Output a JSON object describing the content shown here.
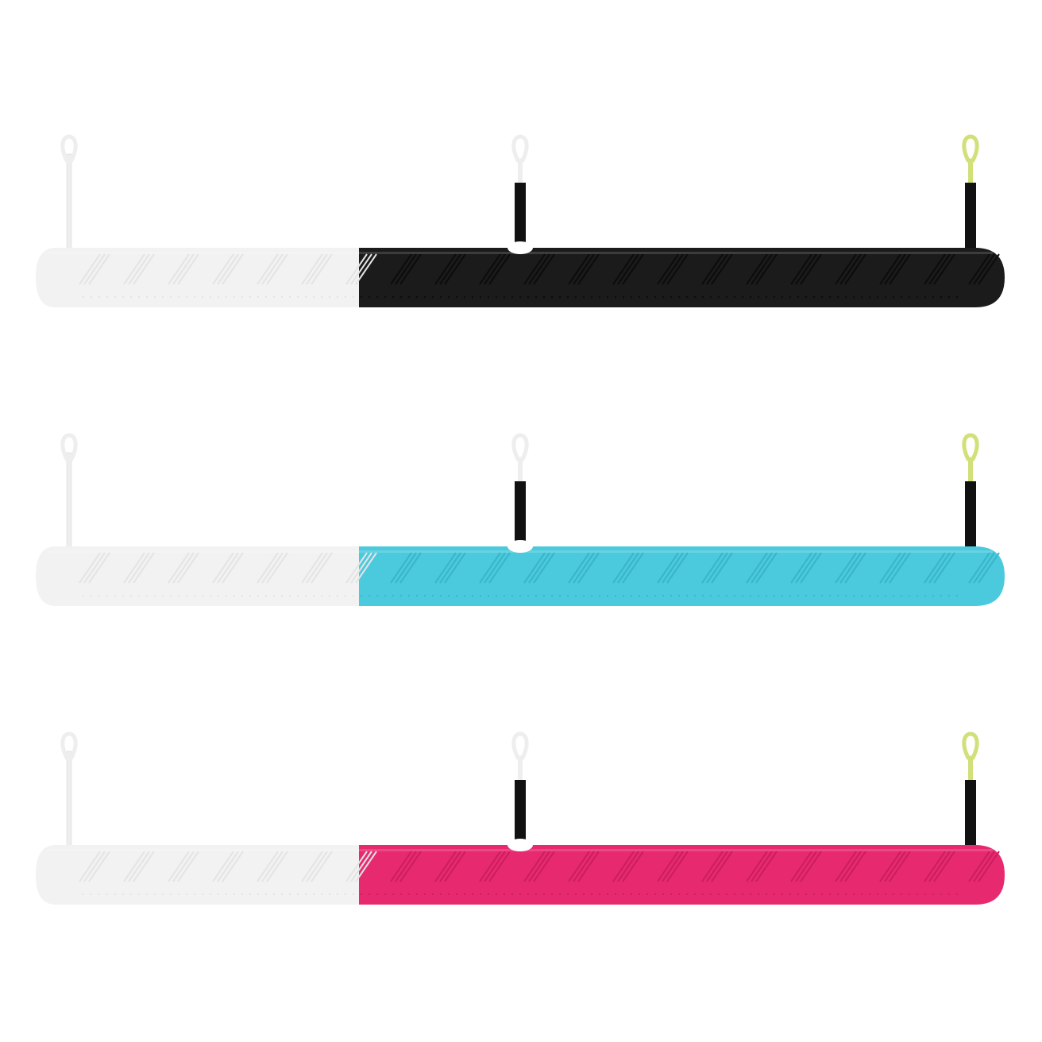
{
  "colors": {
    "background": "#ffffff",
    "white_section": "#f2f2f2",
    "cord": "#111111",
    "loop_white": "#eeeeee",
    "loop_lime": "#d2e07a"
  },
  "variants": [
    {
      "name_icon": "grip-black",
      "color": "#1b1b1b",
      "detail": "#0c0c0c"
    },
    {
      "name_icon": "grip-cyan",
      "color": "#4ccadd",
      "detail": "#38b5c9"
    },
    {
      "name_icon": "grip-pink",
      "color": "#e72a70",
      "detail": "#cc1d5d"
    }
  ]
}
